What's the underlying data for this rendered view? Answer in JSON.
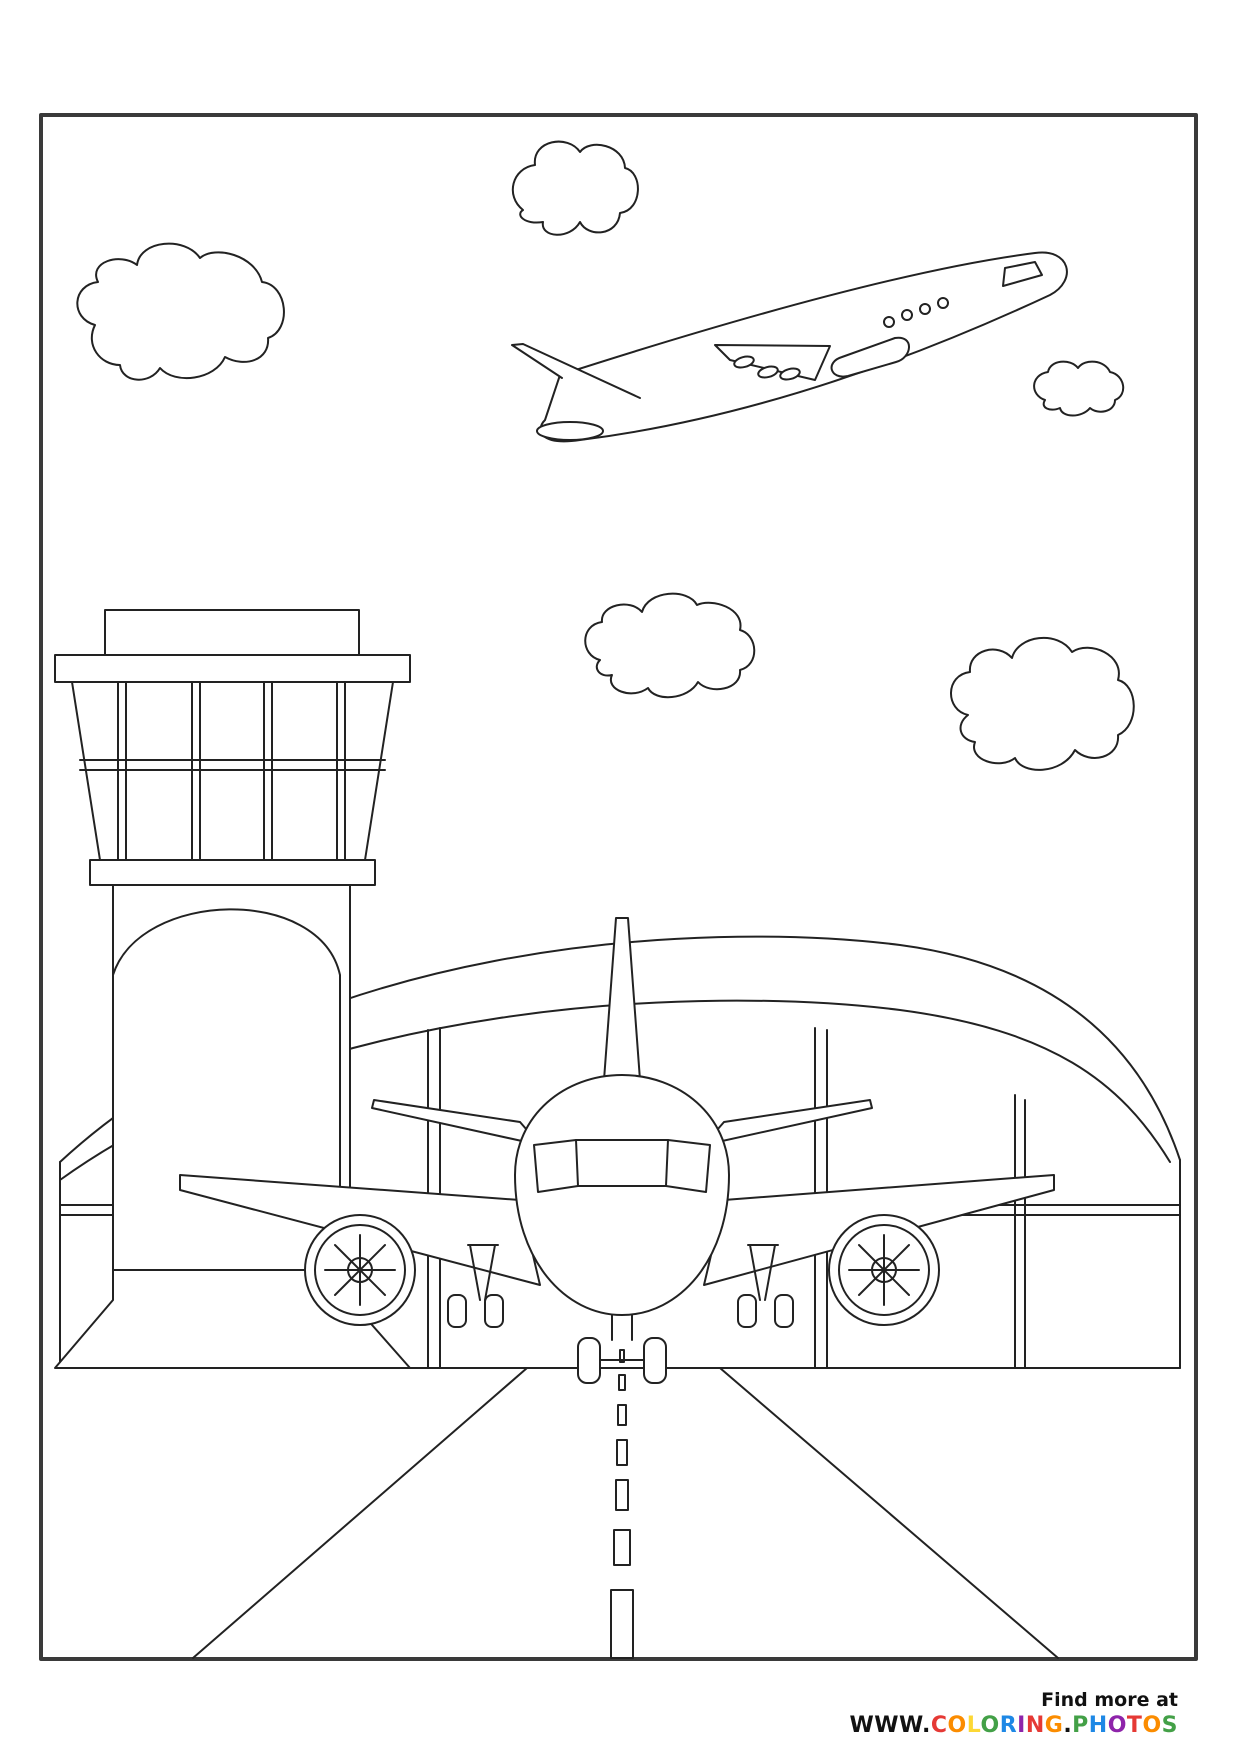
{
  "footer": {
    "find_more": "Find more at",
    "site_prefix": "WWW.",
    "site_name": "COLORING.PHOTOS",
    "site_colors": [
      "#e53935",
      "#fb8c00",
      "#fdd835",
      "#43a047",
      "#1e88e5",
      "#8e24aa",
      "#e53935",
      "#fb8c00",
      "#111111",
      "#43a047",
      "#1e88e5",
      "#8e24aa",
      "#e53935",
      "#fb8c00",
      "#43a047"
    ]
  },
  "colors": {
    "line": "#222222",
    "background": "#ffffff",
    "frame": "#3a3a3a"
  }
}
